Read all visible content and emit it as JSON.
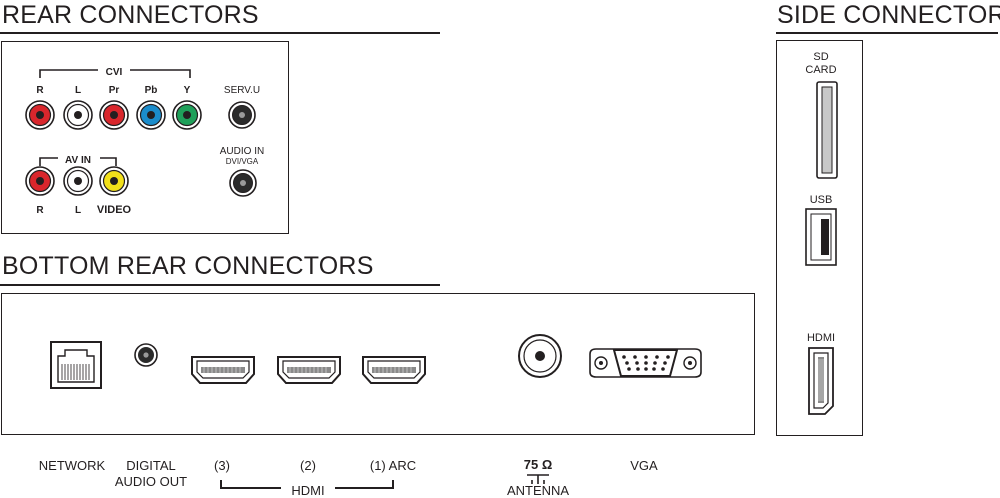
{
  "headings": {
    "rear": "REAR CONNECTORS",
    "side": "SIDE CONNECTORS",
    "bottom": "BOTTOM REAR CONNECTORS"
  },
  "rear": {
    "cvi_group": "CVI",
    "cvi_jacks": [
      {
        "label": "R",
        "color": "#d9262c"
      },
      {
        "label": "L",
        "color": "#ffffff"
      },
      {
        "label": "Pr",
        "color": "#d9262c"
      },
      {
        "label": "Pb",
        "color": "#1b8ccb"
      },
      {
        "label": "Y",
        "color": "#1fa05a"
      }
    ],
    "service": "SERV.U",
    "av_group": "AV IN",
    "av_jacks": [
      {
        "label": "R",
        "color": "#d9262c"
      },
      {
        "label": "L",
        "color": "#ffffff"
      },
      {
        "label": "VIDEO",
        "color": "#f2e01a"
      }
    ],
    "audio_in_line1": "AUDIO IN",
    "audio_in_line2": "DVI/VGA"
  },
  "side": {
    "sd_line1": "SD",
    "sd_line2": "CARD",
    "usb": "USB",
    "hdmi": "HDMI"
  },
  "bottom": {
    "network": "NETWORK",
    "digital_line1": "DIGITAL",
    "digital_line2": "AUDIO OUT",
    "hdmi3": "(3)",
    "hdmi2": "(2)",
    "hdmi1": "(1) ARC",
    "hdmi_group": "HDMI",
    "ohm": "75 Ω",
    "antenna": "ANTENNA",
    "vga": "VGA"
  }
}
